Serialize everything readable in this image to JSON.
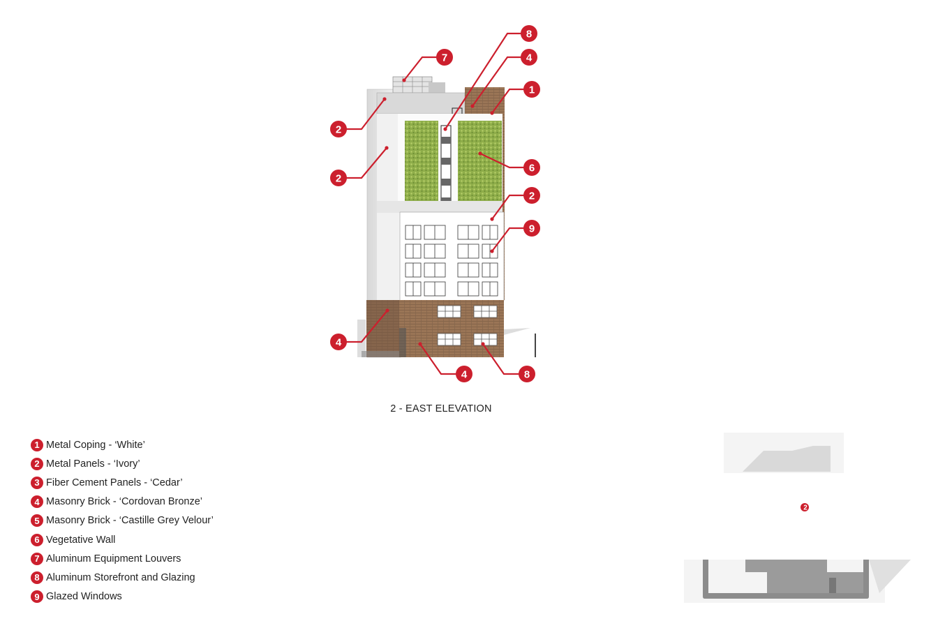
{
  "drawing": {
    "caption": "2 - EAST ELEVATION",
    "accent_color": "#cc1f2d",
    "callouts": [
      "7",
      "8",
      "4",
      "1",
      "2",
      "2",
      "6",
      "2",
      "9",
      "4",
      "4",
      "8"
    ],
    "plan_callout": "2"
  },
  "legend": {
    "items": [
      {
        "number": "1",
        "label": "Metal Coping - ‘White’"
      },
      {
        "number": "2",
        "label": "Metal Panels - ‘Ivory’"
      },
      {
        "number": "3",
        "label": "Fiber Cement Panels - ‘Cedar’"
      },
      {
        "number": "4",
        "label": "Masonry Brick - ‘Cordovan Bronze’"
      },
      {
        "number": "5",
        "label": "Masonry Brick - ‘Castille Grey Velour’"
      },
      {
        "number": "6",
        "label": "Vegetative Wall"
      },
      {
        "number": "7",
        "label": "Aluminum Equipment Louvers"
      },
      {
        "number": "8",
        "label": "Aluminum Storefront and Glazing"
      },
      {
        "number": "9",
        "label": "Glazed Windows"
      }
    ]
  }
}
